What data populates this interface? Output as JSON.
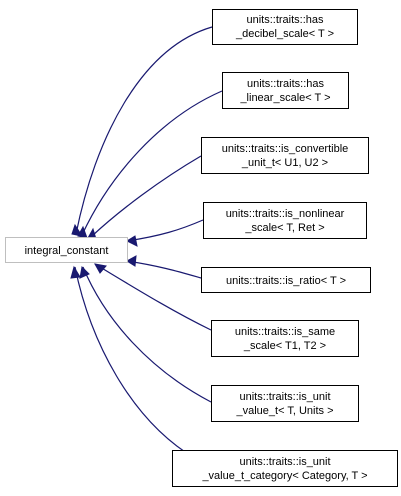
{
  "diagram": {
    "base": {
      "label": "integral_constant"
    },
    "derived": [
      {
        "lines": [
          "units::traits::has",
          "_decibel_scale< T >"
        ]
      },
      {
        "lines": [
          "units::traits::has",
          "_linear_scale< T >"
        ]
      },
      {
        "lines": [
          "units::traits::is_convertible",
          "_unit_t< U1, U2 >"
        ]
      },
      {
        "lines": [
          "units::traits::is_nonlinear",
          "_scale< T, Ret >"
        ]
      },
      {
        "lines": [
          "units::traits::is_ratio< T >"
        ]
      },
      {
        "lines": [
          "units::traits::is_same",
          "_scale< T1, T2 >"
        ]
      },
      {
        "lines": [
          "units::traits::is_unit",
          "_value_t< T, Units >"
        ]
      },
      {
        "lines": [
          "units::traits::is_unit",
          "_value_t_category< Category, T >"
        ]
      }
    ],
    "colors": {
      "edge": "#191970",
      "box_border": "#000000",
      "base_border": "#bfbfbf"
    }
  }
}
